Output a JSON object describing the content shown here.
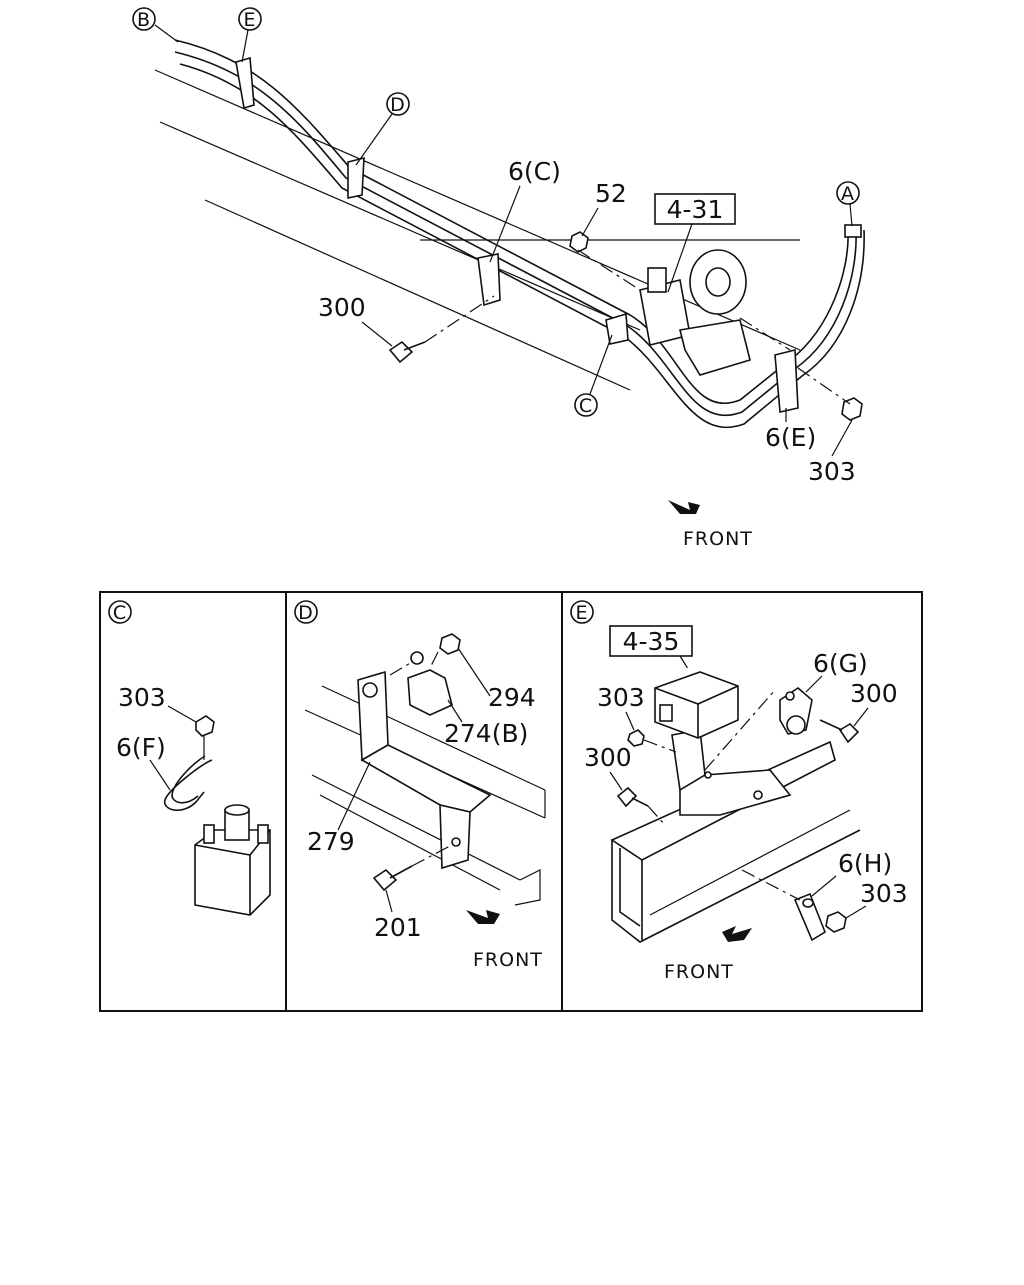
{
  "top_view": {
    "callouts": {
      "B": "B",
      "E": "E",
      "D": "D",
      "A": "A",
      "C": "C"
    },
    "labels": {
      "clip_6c": "6(C)",
      "nut_52": "52",
      "ref_4_31": "4-31",
      "bolt_300": "300",
      "clip_6e": "6(E)",
      "nut_303": "303"
    },
    "front": "FRONT"
  },
  "detail_c": {
    "title": "C",
    "labels": {
      "nut_303": "303",
      "clip_6f": "6(F)"
    }
  },
  "detail_d": {
    "title": "D",
    "labels": {
      "nut_294": "294",
      "clip_274b": "274(B)",
      "bracket_279": "279",
      "bolt_201": "201"
    },
    "front": "FRONT"
  },
  "detail_e": {
    "title": "E",
    "labels": {
      "ref_4_35": "4-35",
      "clip_6g": "6(G)",
      "bolt_300_right": "300",
      "nut_303_left": "303",
      "bolt_300_left": "300",
      "clip_6h": "6(H)",
      "nut_303_right": "303"
    },
    "front": "FRONT"
  }
}
